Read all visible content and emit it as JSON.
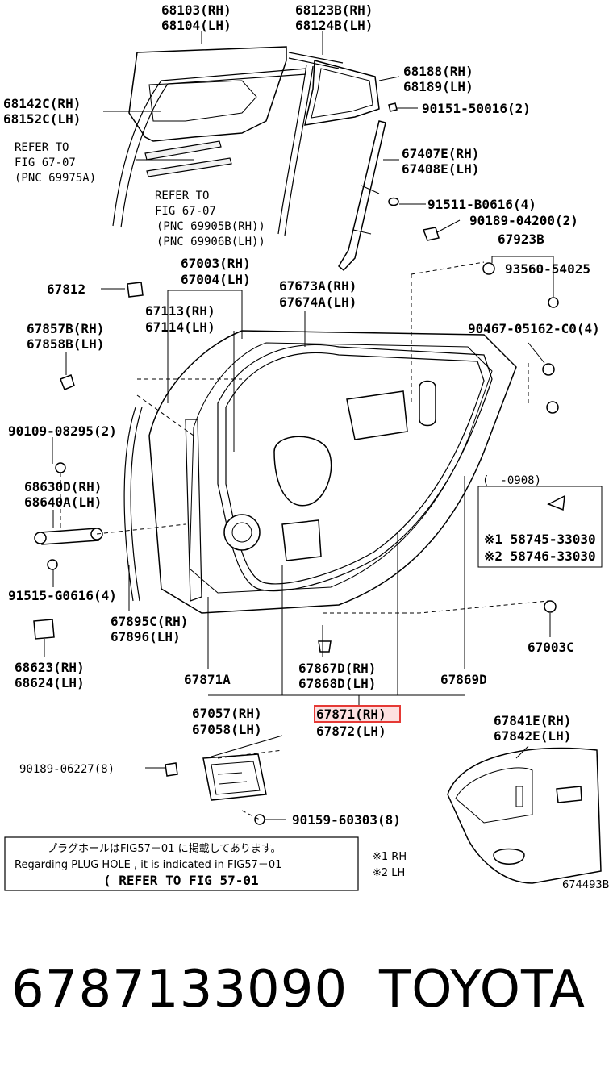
{
  "labels": {
    "l68103": "68103(RH)",
    "l68104": "68104(LH)",
    "l68123b": "68123B(RH)",
    "l68124b": "68124B(LH)",
    "l68188": "68188(RH)",
    "l68189": "68189(LH)",
    "l68142c": "68142C(RH)",
    "l68152c": "68152C(LH)",
    "l90151": "90151-50016(2)",
    "refer1a": "REFER TO",
    "refer1b": "FIG 67-07",
    "refer1c": "(PNC 69975A)",
    "l67407e": "67407E(RH)",
    "l67408e": "67408E(LH)",
    "refer2a": "REFER TO",
    "refer2b": "FIG 67-07",
    "refer2c": "(PNC 69905B(RH))",
    "refer2d": "(PNC 69906B(LH))",
    "l91511": "91511-B0616(4)",
    "l90189a": "90189-04200(2)",
    "l67923b": "67923B",
    "l67003": "67003(RH)",
    "l67004": "67004(LH)",
    "l93560": "93560-54025",
    "l67812": "67812",
    "l67673a": "67673A(RH)",
    "l67674a": "67674A(LH)",
    "l67113": "67113(RH)",
    "l67114": "67114(LH)",
    "l67857b": "67857B(RH)",
    "l67858b": "67858B(LH)",
    "l90467": "90467-05162-C0(4)",
    "l90109": "90109-08295(2)",
    "l68630d": "68630D(RH)",
    "l68640a": "68640A(LH)",
    "l91515": "91515-G0616(4)",
    "l67895c": "67895C(RH)",
    "l67896": "67896(LH)",
    "l68623": "68623(RH)",
    "l68624": "68624(LH)",
    "l67003c": "67003C",
    "l67871a": "67871A",
    "l67867d": "67867D(RH)",
    "l67868d": "67868D(LH)",
    "l67869d": "67869D",
    "l67057": "67057(RH)",
    "l67058": "67058(LH)",
    "l67871": "67871(RH)",
    "l67872": "67872(LH)",
    "l67841e": "67841E(RH)",
    "l67842e": "67842E(LH)",
    "l90189b": "90189-06227(8)",
    "l90159": "90159-60303(8)"
  },
  "inset": {
    "date": "(　-0908)",
    "line1": "※1 58745-33030",
    "line2": "※2 58746-33030"
  },
  "notice": {
    "jp": "プラグホールはFIG57－01 に掲載してあります。",
    "en": "Regarding PLUG HOLE , it is indicated in FIG57－01",
    "refer": "(  REFER TO FIG 57-01"
  },
  "legend": {
    "rh": "※1  RH",
    "lh": "※2  LH"
  },
  "figure_id": "674493B",
  "highlight_color": "#e53935",
  "footer": {
    "part_number": "6787133090",
    "brand": "TOYOTA"
  }
}
